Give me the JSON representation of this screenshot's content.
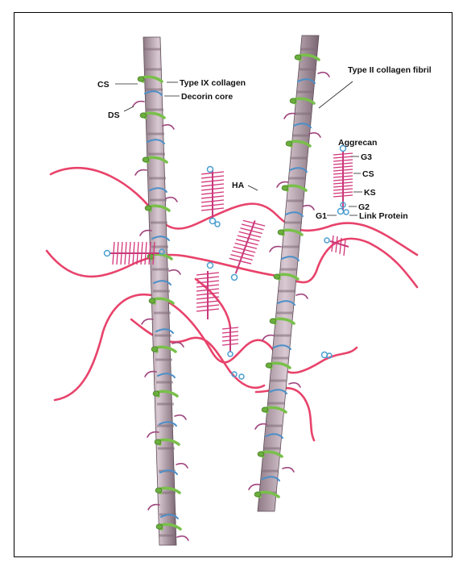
{
  "labels": {
    "cs_left": "CS",
    "type_ix_collagen": "Type IX collagen",
    "decorin_core": "Decorin core",
    "ds": "DS",
    "type_ii_collagen_fibril": "Type II collagen fibril",
    "aggrecan": "Aggrecan",
    "g3": "G3",
    "cs_right": "CS",
    "ha": "HA",
    "ks": "KS",
    "g2": "G2",
    "g1": "G1",
    "link_protein": "Link Protein"
  },
  "colors": {
    "fibril": "#b9a3b0",
    "band_dark": "#7f6b77",
    "type_ix": "#79c04a",
    "decorin": "#4a8fc9",
    "hyaluronan": "#e8436b",
    "aggrecan": "#d2357a",
    "link": "#6bb0d6"
  }
}
